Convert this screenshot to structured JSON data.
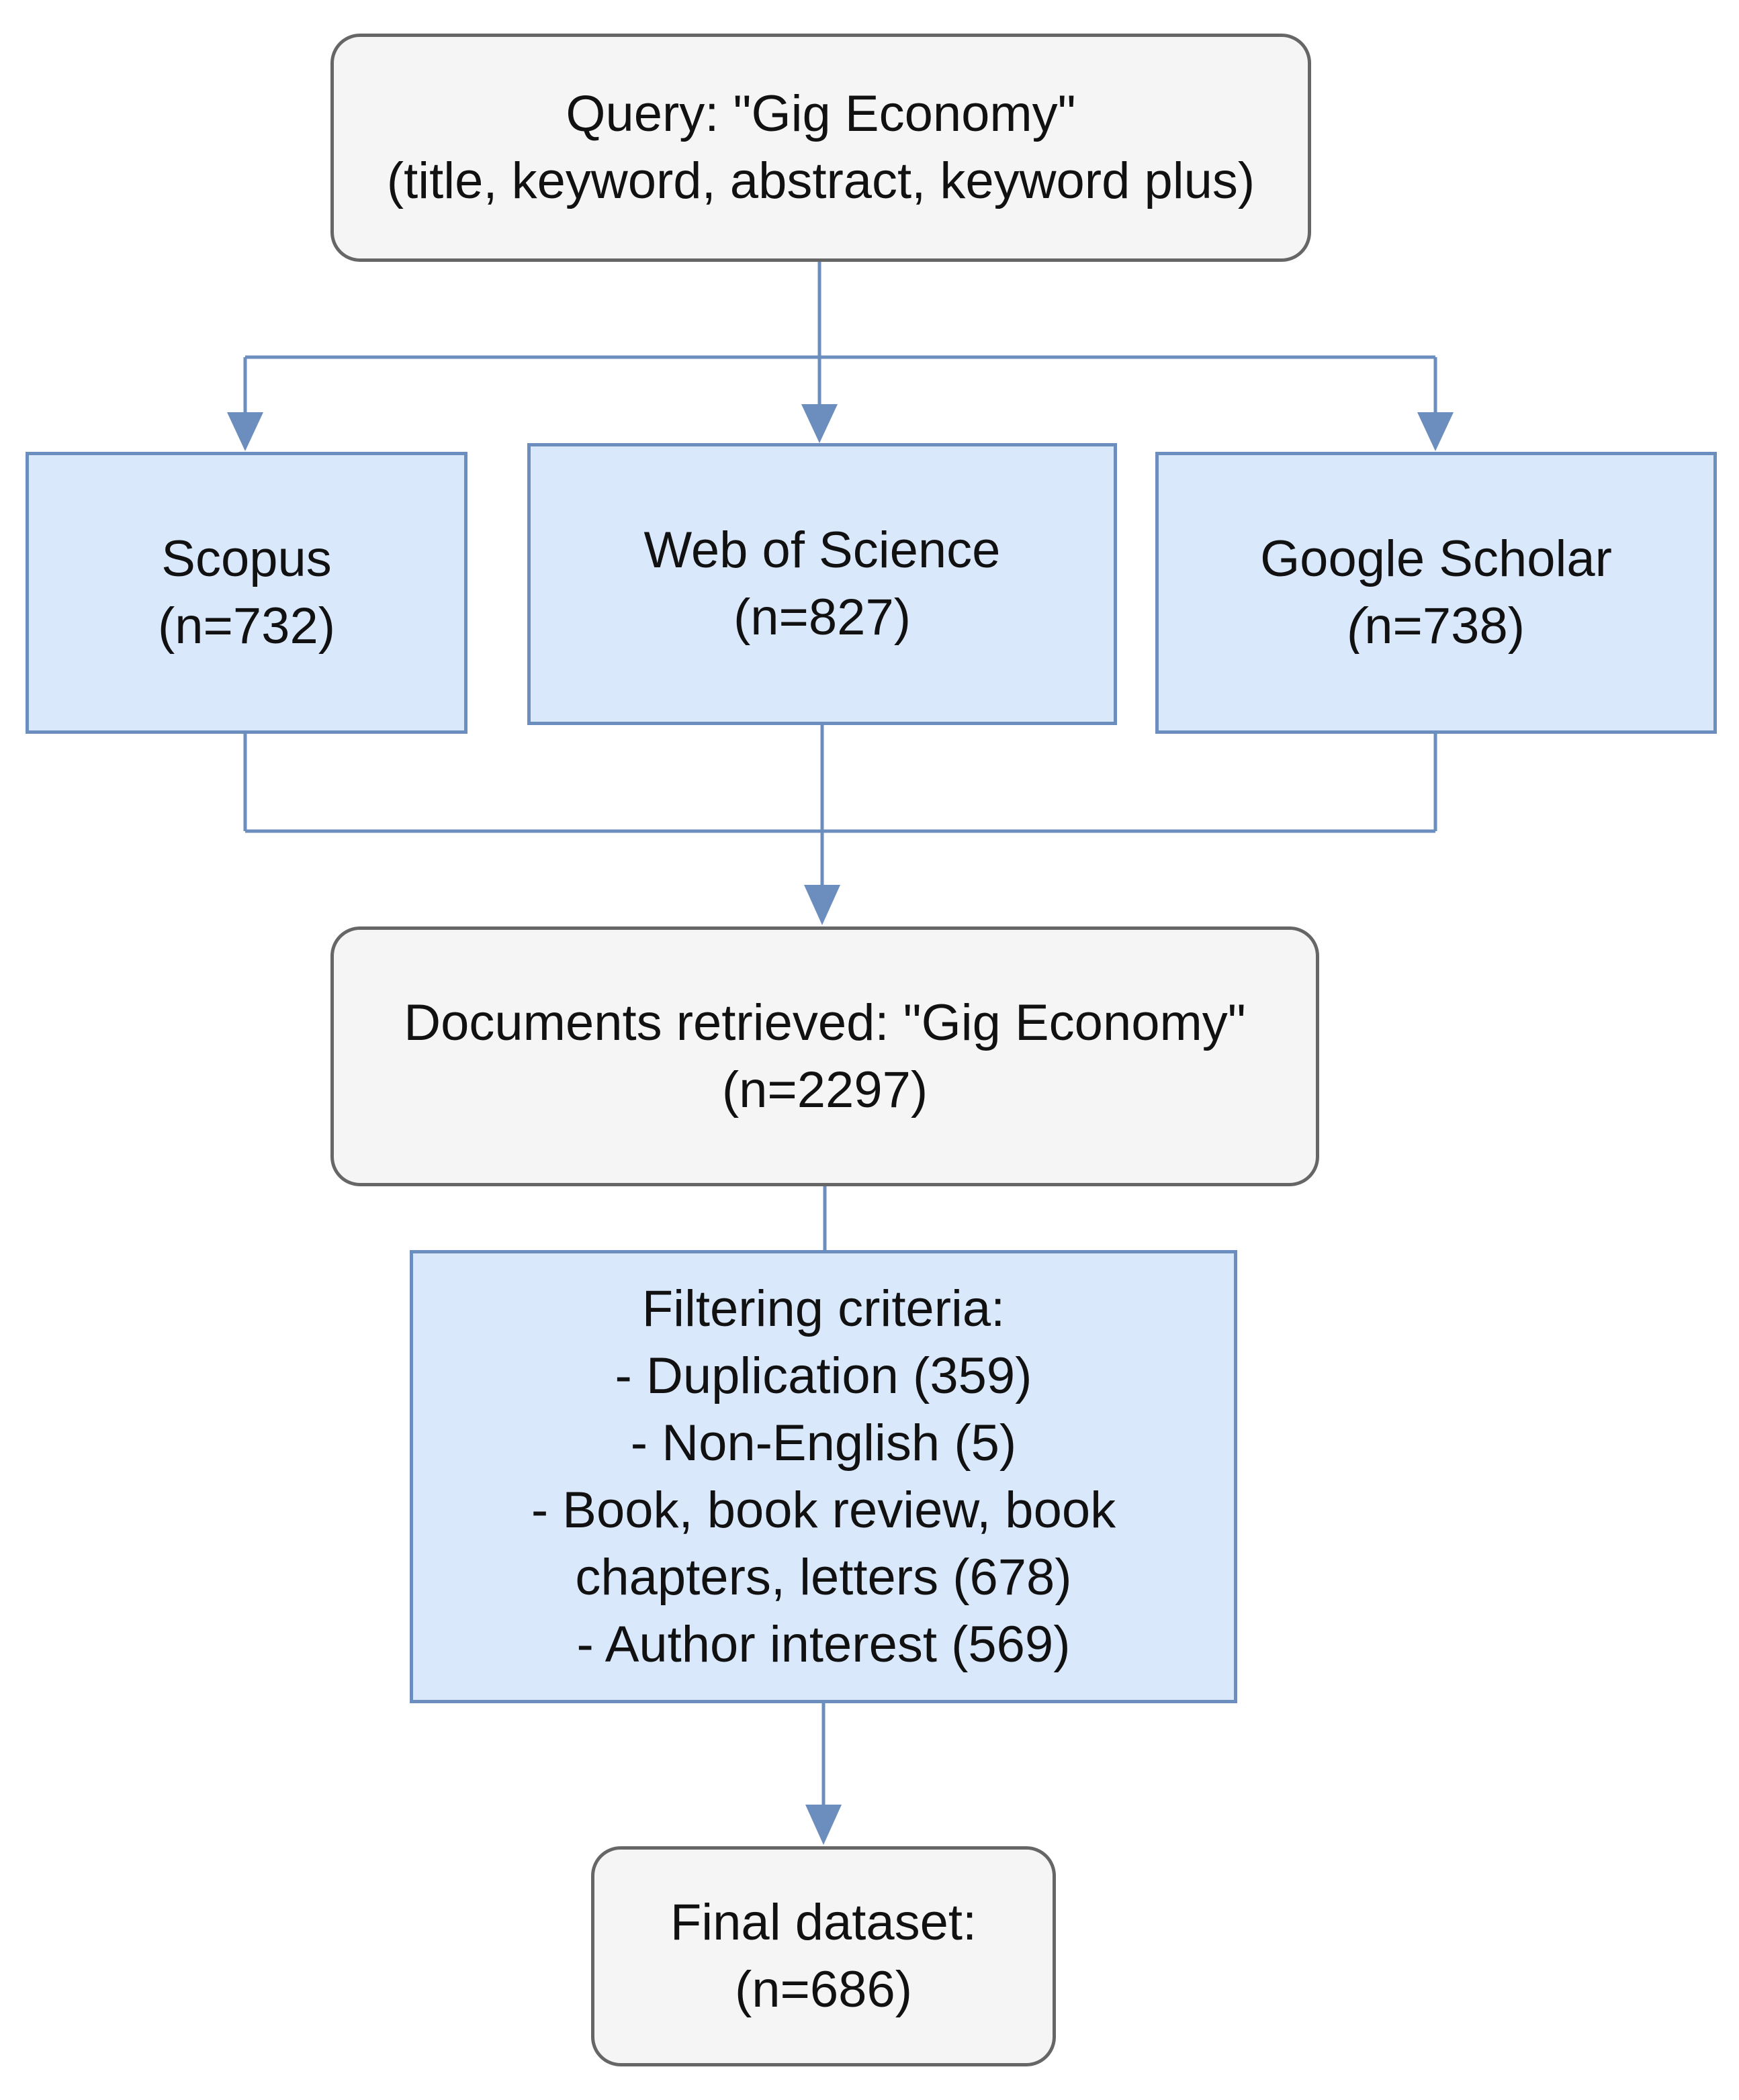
{
  "nodes": {
    "query": {
      "line1": "Query: \"Gig Economy\"",
      "line2": "(title, keyword, abstract, keyword plus)"
    },
    "scopus": {
      "name": "Scopus",
      "count": "(n=732)"
    },
    "wos": {
      "name": "Web of Science",
      "count": "(n=827)"
    },
    "google_scholar": {
      "name": "Google Scholar",
      "count_open": "(",
      "count_rest": "n=738)"
    },
    "retrieved": {
      "line1": "Documents retrieved: \"Gig Economy\"",
      "line2": "(n=2297)"
    },
    "filtering": {
      "title": "Filtering criteria:",
      "items": [
        "- Duplication (359)",
        "- Non-English (5)",
        "- Book, book review, book",
        "chapters, letters (678)",
        "- Author interest (569)"
      ]
    },
    "final": {
      "line1": "Final dataset:",
      "line2": "(n=686)"
    }
  },
  "colors": {
    "process_fill": "#f5f5f5",
    "process_stroke": "#666666",
    "source_fill": "#dae8fc",
    "source_stroke": "#6c8ebf",
    "connector": "#6c8ebf"
  }
}
